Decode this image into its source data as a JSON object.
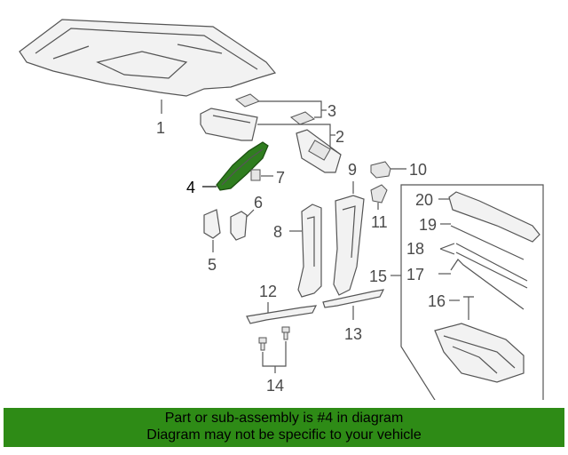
{
  "callouts": {
    "c1": "1",
    "c2": "2",
    "c3": "3",
    "c4": "4",
    "c5": "5",
    "c6": "6",
    "c7": "7",
    "c8": "8",
    "c9": "9",
    "c10": "10",
    "c11": "11",
    "c12": "12",
    "c13": "13",
    "c14": "14",
    "c15": "15",
    "c16": "16",
    "c17": "17",
    "c18": "18",
    "c19": "19",
    "c20": "20"
  },
  "highlight_color": "#2e8b16",
  "footer": {
    "line1": "Part or sub-assembly is #4 in diagram",
    "line2": "Diagram may not be specific to your vehicle"
  }
}
